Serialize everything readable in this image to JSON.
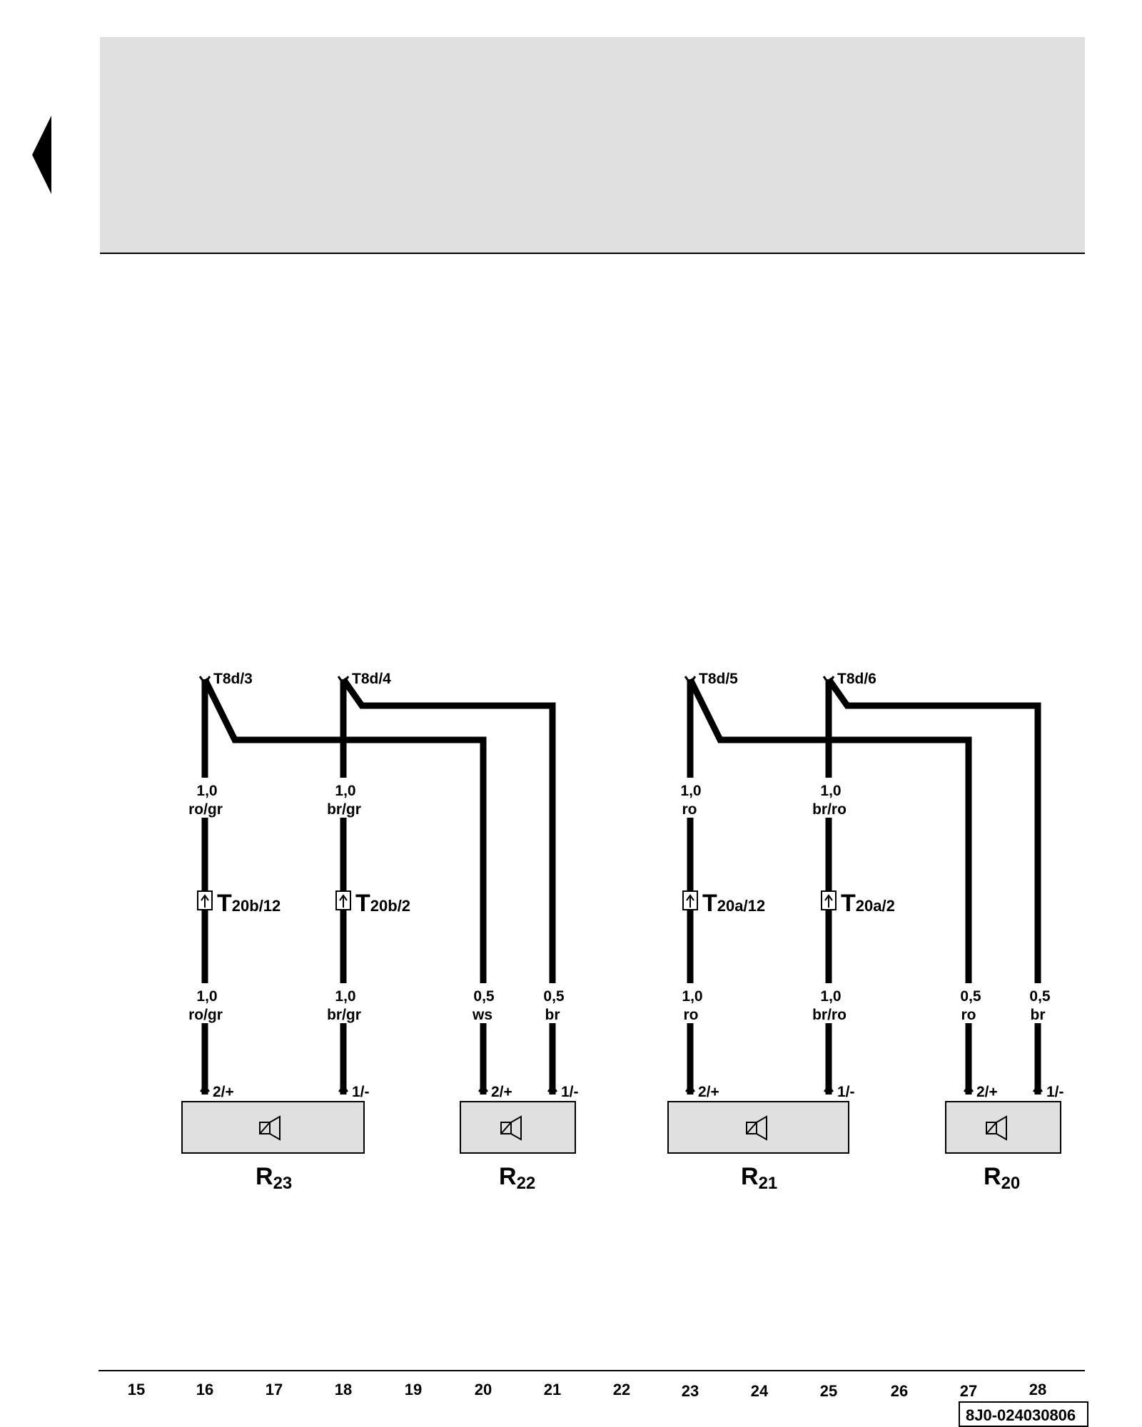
{
  "header_band": {
    "color": "#e0e0e0"
  },
  "prev_page_icon": "triangle-left-icon",
  "connectors_top": [
    "T8d/3",
    "T8d/4",
    "T8d/5",
    "T8d/6"
  ],
  "wire_labels": {
    "w1_upper": {
      "size": "1,0",
      "color": "ro/gr"
    },
    "w2_upper": {
      "size": "1,0",
      "color": "br/gr"
    },
    "w5_upper": {
      "size": "1,0",
      "color": "ro"
    },
    "w6_upper": {
      "size": "1,0",
      "color": "br/ro"
    },
    "w1_lower": {
      "size": "1,0",
      "color": "ro/gr"
    },
    "w2_lower": {
      "size": "1,0",
      "color": "br/gr"
    },
    "w3_lower": {
      "size": "0,5",
      "color": "ws"
    },
    "w4_lower": {
      "size": "0,5",
      "color": "br"
    },
    "w5_lower": {
      "size": "1,0",
      "color": "ro"
    },
    "w6_lower": {
      "size": "1,0",
      "color": "br/ro"
    },
    "w7_lower": {
      "size": "0,5",
      "color": "ro"
    },
    "w8_lower": {
      "size": "0,5",
      "color": "br"
    }
  },
  "inline_connectors": [
    {
      "main": "T",
      "sub": "20b/12"
    },
    {
      "main": "T",
      "sub": "20b/2"
    },
    {
      "main": "T",
      "sub": "20a/12"
    },
    {
      "main": "T",
      "sub": "20a/2"
    }
  ],
  "pins": [
    "2/+",
    "1/-",
    "2/+",
    "1/-",
    "2/+",
    "1/-",
    "2/+",
    "1/-"
  ],
  "components": [
    {
      "main": "R",
      "sub": "23",
      "icon": "speaker-icon"
    },
    {
      "main": "R",
      "sub": "22",
      "icon": "speaker-icon"
    },
    {
      "main": "R",
      "sub": "21",
      "icon": "speaker-icon"
    },
    {
      "main": "R",
      "sub": "20",
      "icon": "speaker-icon"
    }
  ],
  "current_tracks": [
    "15",
    "16",
    "17",
    "18",
    "19",
    "20",
    "21",
    "22",
    "23",
    "24",
    "25",
    "26",
    "27",
    "28"
  ],
  "document_code": "8J0-024030806"
}
